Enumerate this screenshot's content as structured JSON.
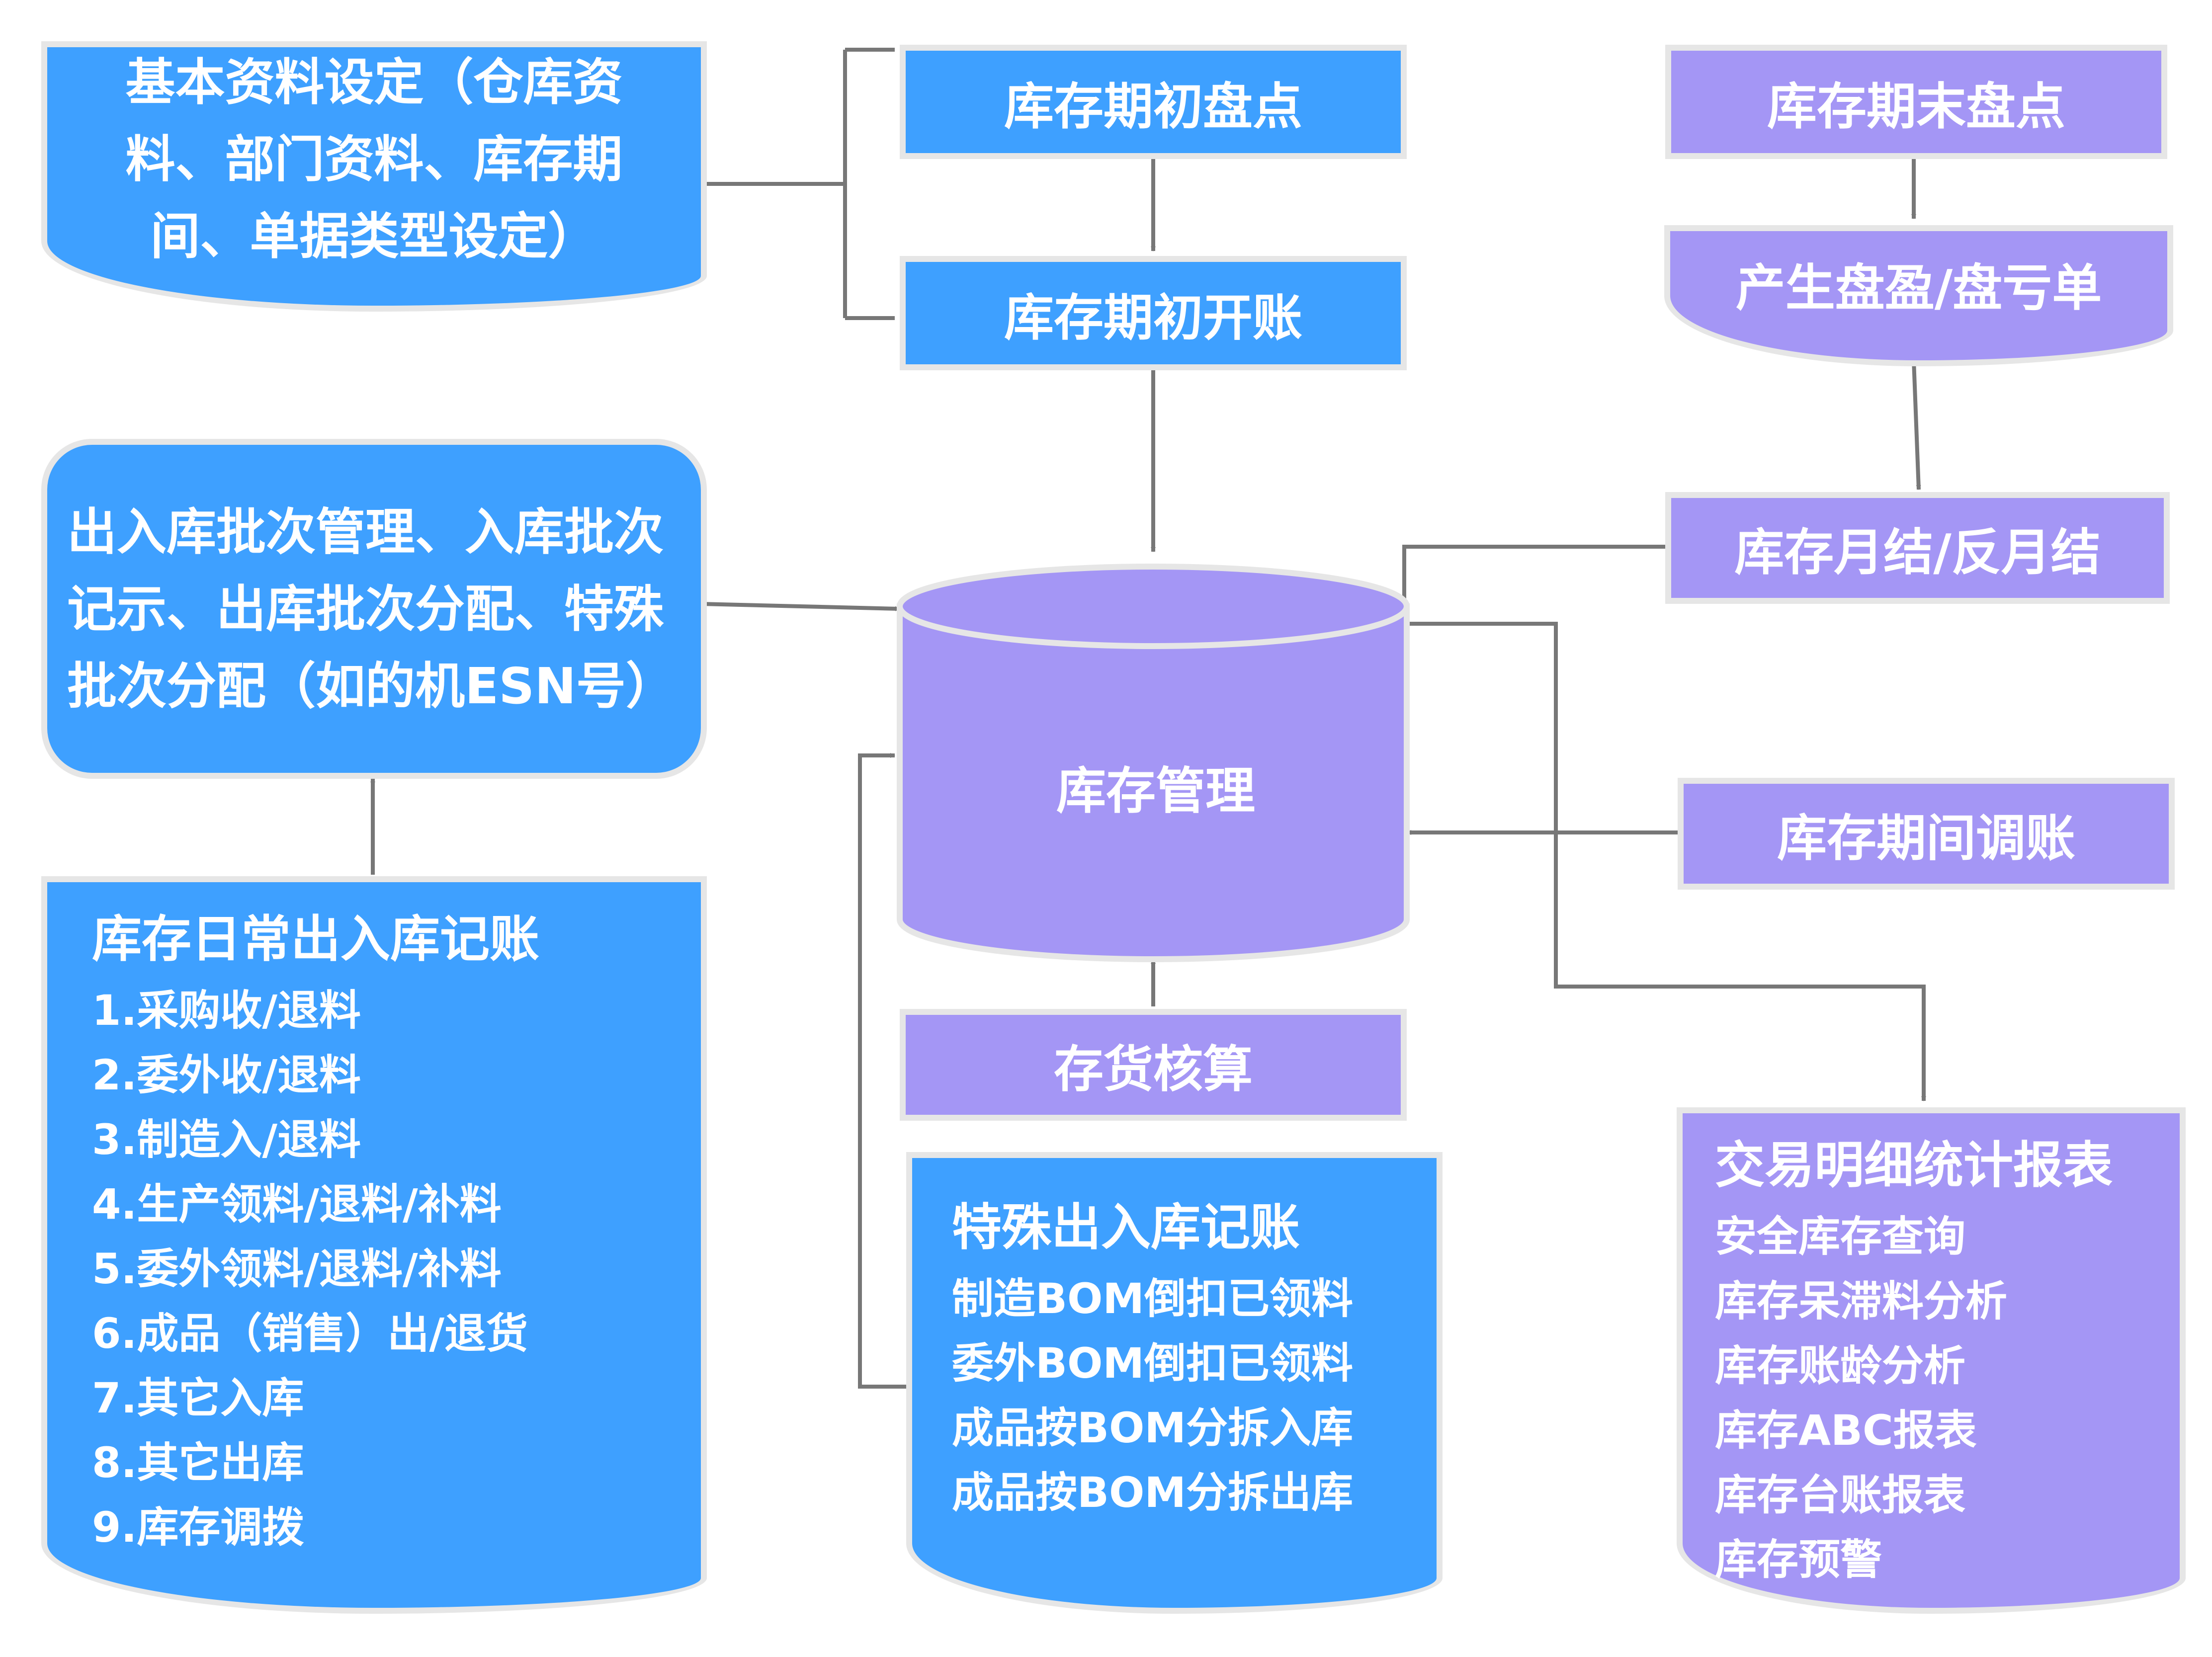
{
  "colors": {
    "blue": "#3ea0ff",
    "purple": "#a496f5",
    "border": "#e6e6e6",
    "line": "#777777"
  },
  "nodes": {
    "basic_setup": "基本资料设定（仓库资料、部门资料、库存期间、单据类型设定）",
    "period_init_count": "库存期初盘点",
    "period_init_open": "库存期初开账",
    "period_end_count": "库存期末盘点",
    "gain_loss": "产生盘盈/盘亏单",
    "month_close": "库存月结/反月结",
    "batch_mgmt": "出入库批次管理、入库批次记示、出库批次分配、特殊批次分配（如的机ESN号）",
    "inventory_mgmt": "库存管理",
    "period_adjust": "库存期间调账",
    "cost_accounting": "存货核算"
  },
  "daily": {
    "title": "库存日常出入库记账",
    "items": [
      "1.采购收/退料",
      "2.委外收/退料",
      "3.制造入/退料",
      "4.生产领料/退料/补料",
      "5.委外领料/退料/补料",
      "6.成品（销售）出/退货",
      "7.其它入库",
      "8.其它出库",
      "9.库存调拨"
    ]
  },
  "special": {
    "title": "特殊出入库记账",
    "items": [
      "制造BOM倒扣已领料",
      "委外BOM倒扣已领料",
      "成品按BOM分拆入库",
      "成品按BOM分拆出库"
    ]
  },
  "reports": {
    "title": "交易明细统计报表",
    "items": [
      "安全库存查询",
      "库存呆滞料分析",
      "库存账龄分析",
      "库存ABC报表",
      "库存台账报表",
      "库存预警"
    ]
  }
}
